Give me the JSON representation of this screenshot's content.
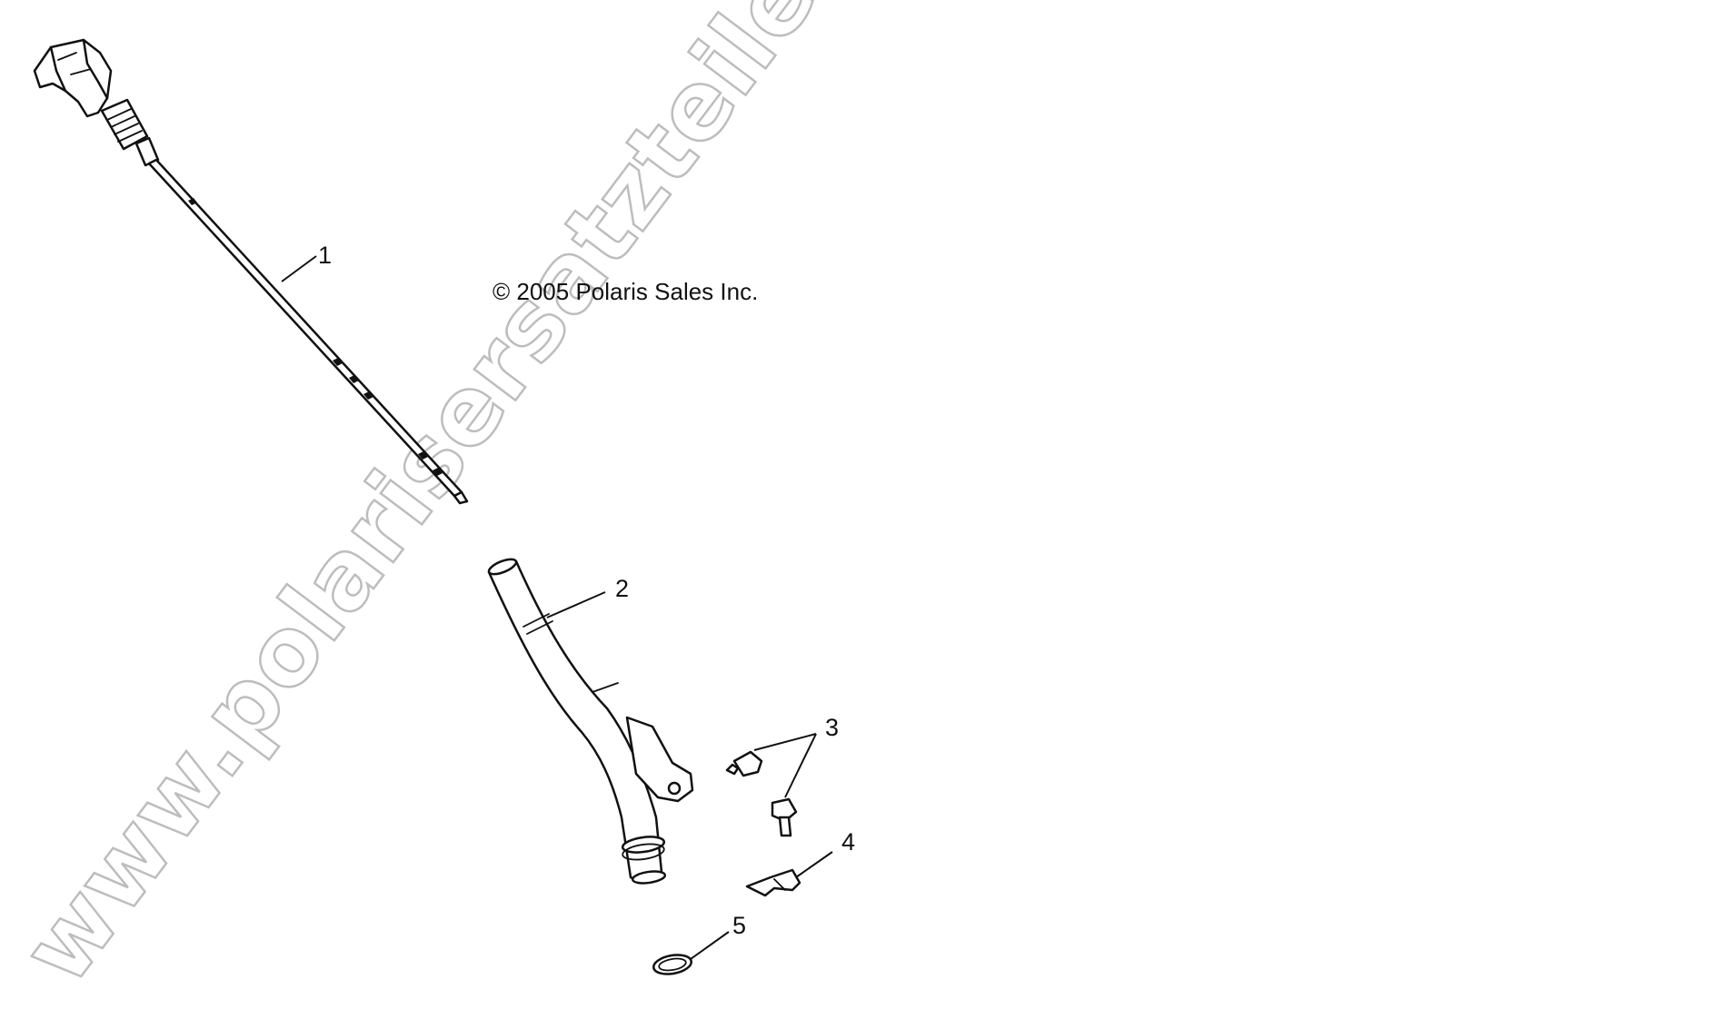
{
  "diagram": {
    "copyright": "© 2005 Polaris Sales Inc.",
    "watermark": "www.polarisersatzteile.de",
    "callouts": [
      {
        "id": "1",
        "label": "1"
      },
      {
        "id": "2",
        "label": "2"
      },
      {
        "id": "3",
        "label": "3"
      },
      {
        "id": "4",
        "label": "4"
      },
      {
        "id": "5",
        "label": "5"
      }
    ]
  }
}
